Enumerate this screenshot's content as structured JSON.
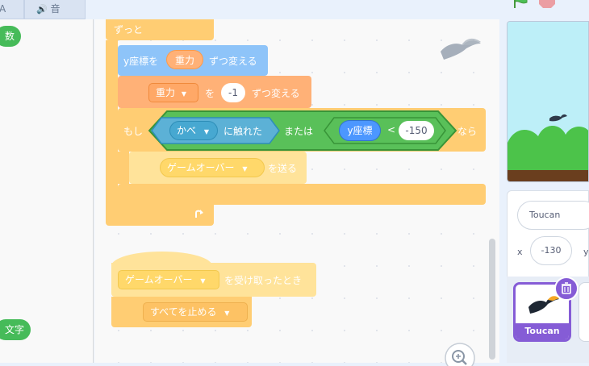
{
  "tabs": {
    "costume_glyph": "A",
    "sound_label": "音"
  },
  "palette": {
    "cat_variables": "数",
    "cat_text": "文字"
  },
  "colors": {
    "control": "#ffcd73",
    "motion": "#8ec4f9",
    "variables": "#ffb177",
    "events": "#ffe39a",
    "operators": "#59c059",
    "sensing": "#5cb1d6",
    "selection": "#855cd6"
  },
  "script": {
    "forever_label": "ずっと",
    "change_y_label": "y座標を",
    "change_y_arg": "重力",
    "change_y_suffix": "ずつ変える",
    "change_var_name": "重力",
    "change_var_mid": "を",
    "change_var_value": "-1",
    "change_var_suffix": "ずつ変える",
    "if_label": "もし",
    "touch_target": "かべ",
    "touch_label": "に触れた",
    "or_label": "または",
    "y_reporter": "y座標",
    "lt_symbol": "<",
    "lt_value": "-150",
    "then_label": "なら",
    "broadcast_message": "ゲームオーバー",
    "broadcast_label": "を送る",
    "hat_message": "ゲームオーバー",
    "hat_label": "を受け取ったとき",
    "stop_option": "すべてを止める"
  },
  "sprite_info": {
    "name": "Toucan",
    "x_label": "x",
    "x_value": "-130",
    "y_label": "y"
  },
  "sprite_list": [
    {
      "name": "Toucan",
      "selected": true
    }
  ],
  "icons": [
    "speaker-icon",
    "green-flag-icon",
    "stop-icon",
    "zoom-in-icon",
    "delete-icon",
    "dropdown-arrow-icon",
    "loop-arrow-icon"
  ]
}
